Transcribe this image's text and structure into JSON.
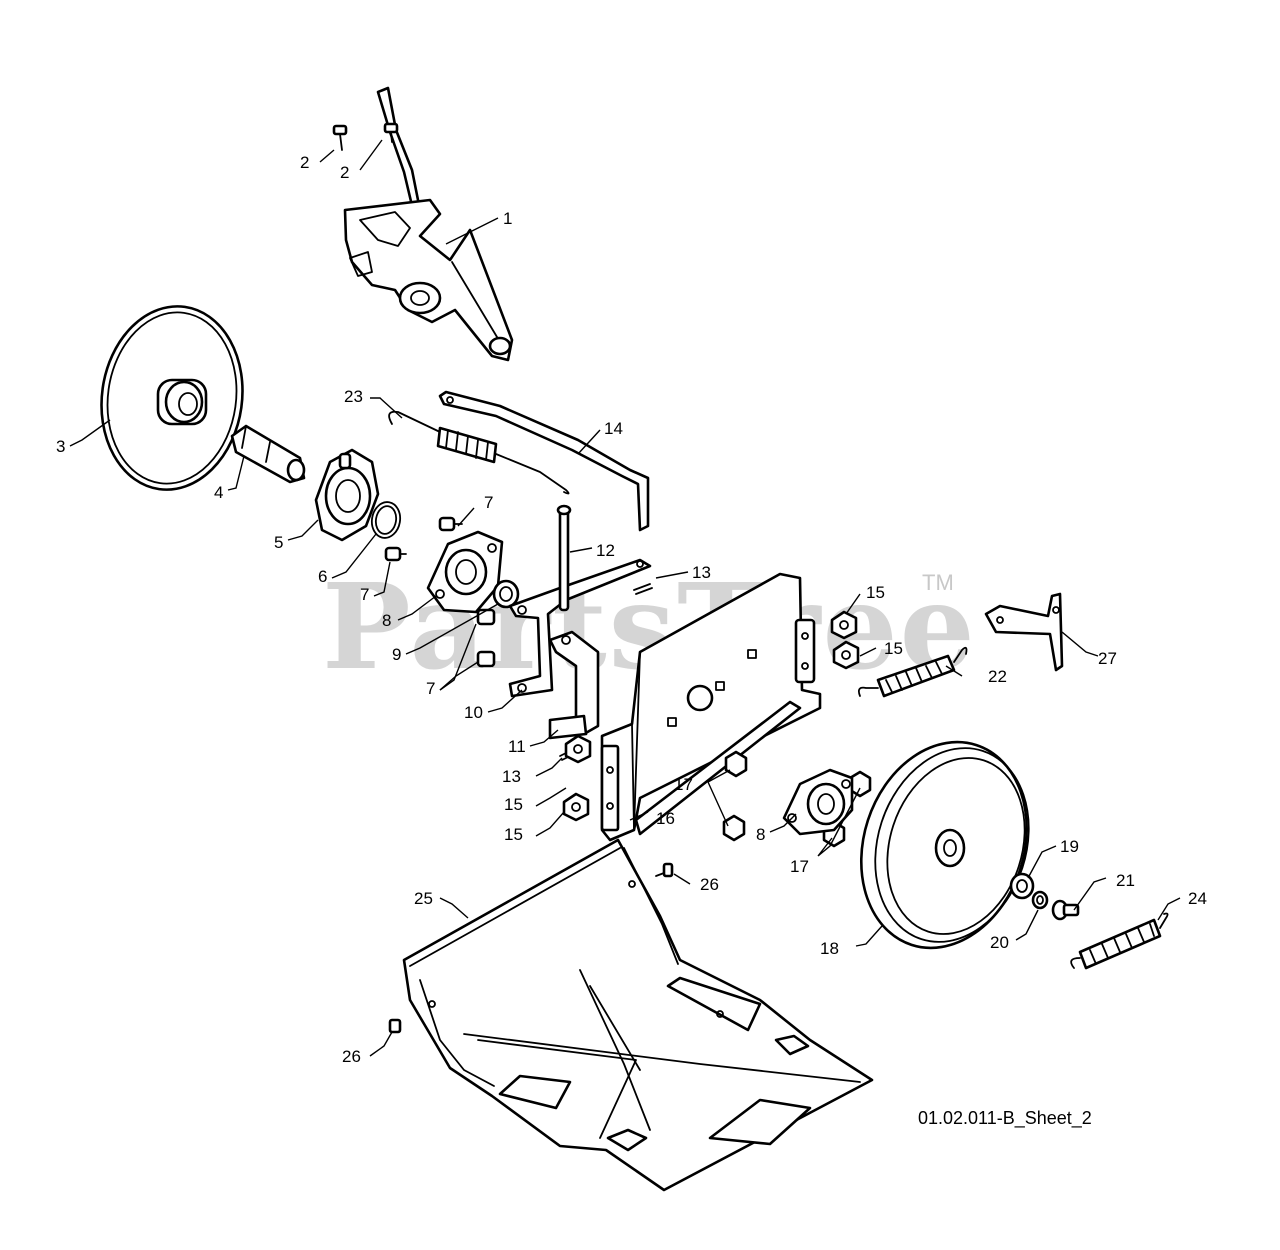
{
  "watermark": {
    "brand": "PartsTree",
    "trademark": "TM",
    "color": "#c8c8c8"
  },
  "sheet_id": "01.02.011-B_Sheet_2",
  "callouts": [
    {
      "id": "c-1",
      "label": "1"
    },
    {
      "id": "c-2a",
      "label": "2"
    },
    {
      "id": "c-2b",
      "label": "2"
    },
    {
      "id": "c-3",
      "label": "3"
    },
    {
      "id": "c-4",
      "label": "4"
    },
    {
      "id": "c-5",
      "label": "5"
    },
    {
      "id": "c-6",
      "label": "6"
    },
    {
      "id": "c-7a",
      "label": "7"
    },
    {
      "id": "c-7b",
      "label": "7"
    },
    {
      "id": "c-7c",
      "label": "7"
    },
    {
      "id": "c-8a",
      "label": "8"
    },
    {
      "id": "c-8b",
      "label": "8"
    },
    {
      "id": "c-9",
      "label": "9"
    },
    {
      "id": "c-10",
      "label": "10"
    },
    {
      "id": "c-11",
      "label": "11"
    },
    {
      "id": "c-12",
      "label": "12"
    },
    {
      "id": "c-13a",
      "label": "13"
    },
    {
      "id": "c-13b",
      "label": "13"
    },
    {
      "id": "c-14",
      "label": "14"
    },
    {
      "id": "c-15a",
      "label": "15"
    },
    {
      "id": "c-15b",
      "label": "15"
    },
    {
      "id": "c-15c",
      "label": "15"
    },
    {
      "id": "c-15d",
      "label": "15"
    },
    {
      "id": "c-16",
      "label": "16"
    },
    {
      "id": "c-17a",
      "label": "17"
    },
    {
      "id": "c-17b",
      "label": "17"
    },
    {
      "id": "c-18",
      "label": "18"
    },
    {
      "id": "c-19",
      "label": "19"
    },
    {
      "id": "c-20",
      "label": "20"
    },
    {
      "id": "c-21",
      "label": "21"
    },
    {
      "id": "c-22",
      "label": "22"
    },
    {
      "id": "c-23",
      "label": "23"
    },
    {
      "id": "c-24",
      "label": "24"
    },
    {
      "id": "c-25",
      "label": "25"
    },
    {
      "id": "c-26a",
      "label": "26"
    },
    {
      "id": "c-26b",
      "label": "26"
    },
    {
      "id": "c-27",
      "label": "27"
    }
  ]
}
